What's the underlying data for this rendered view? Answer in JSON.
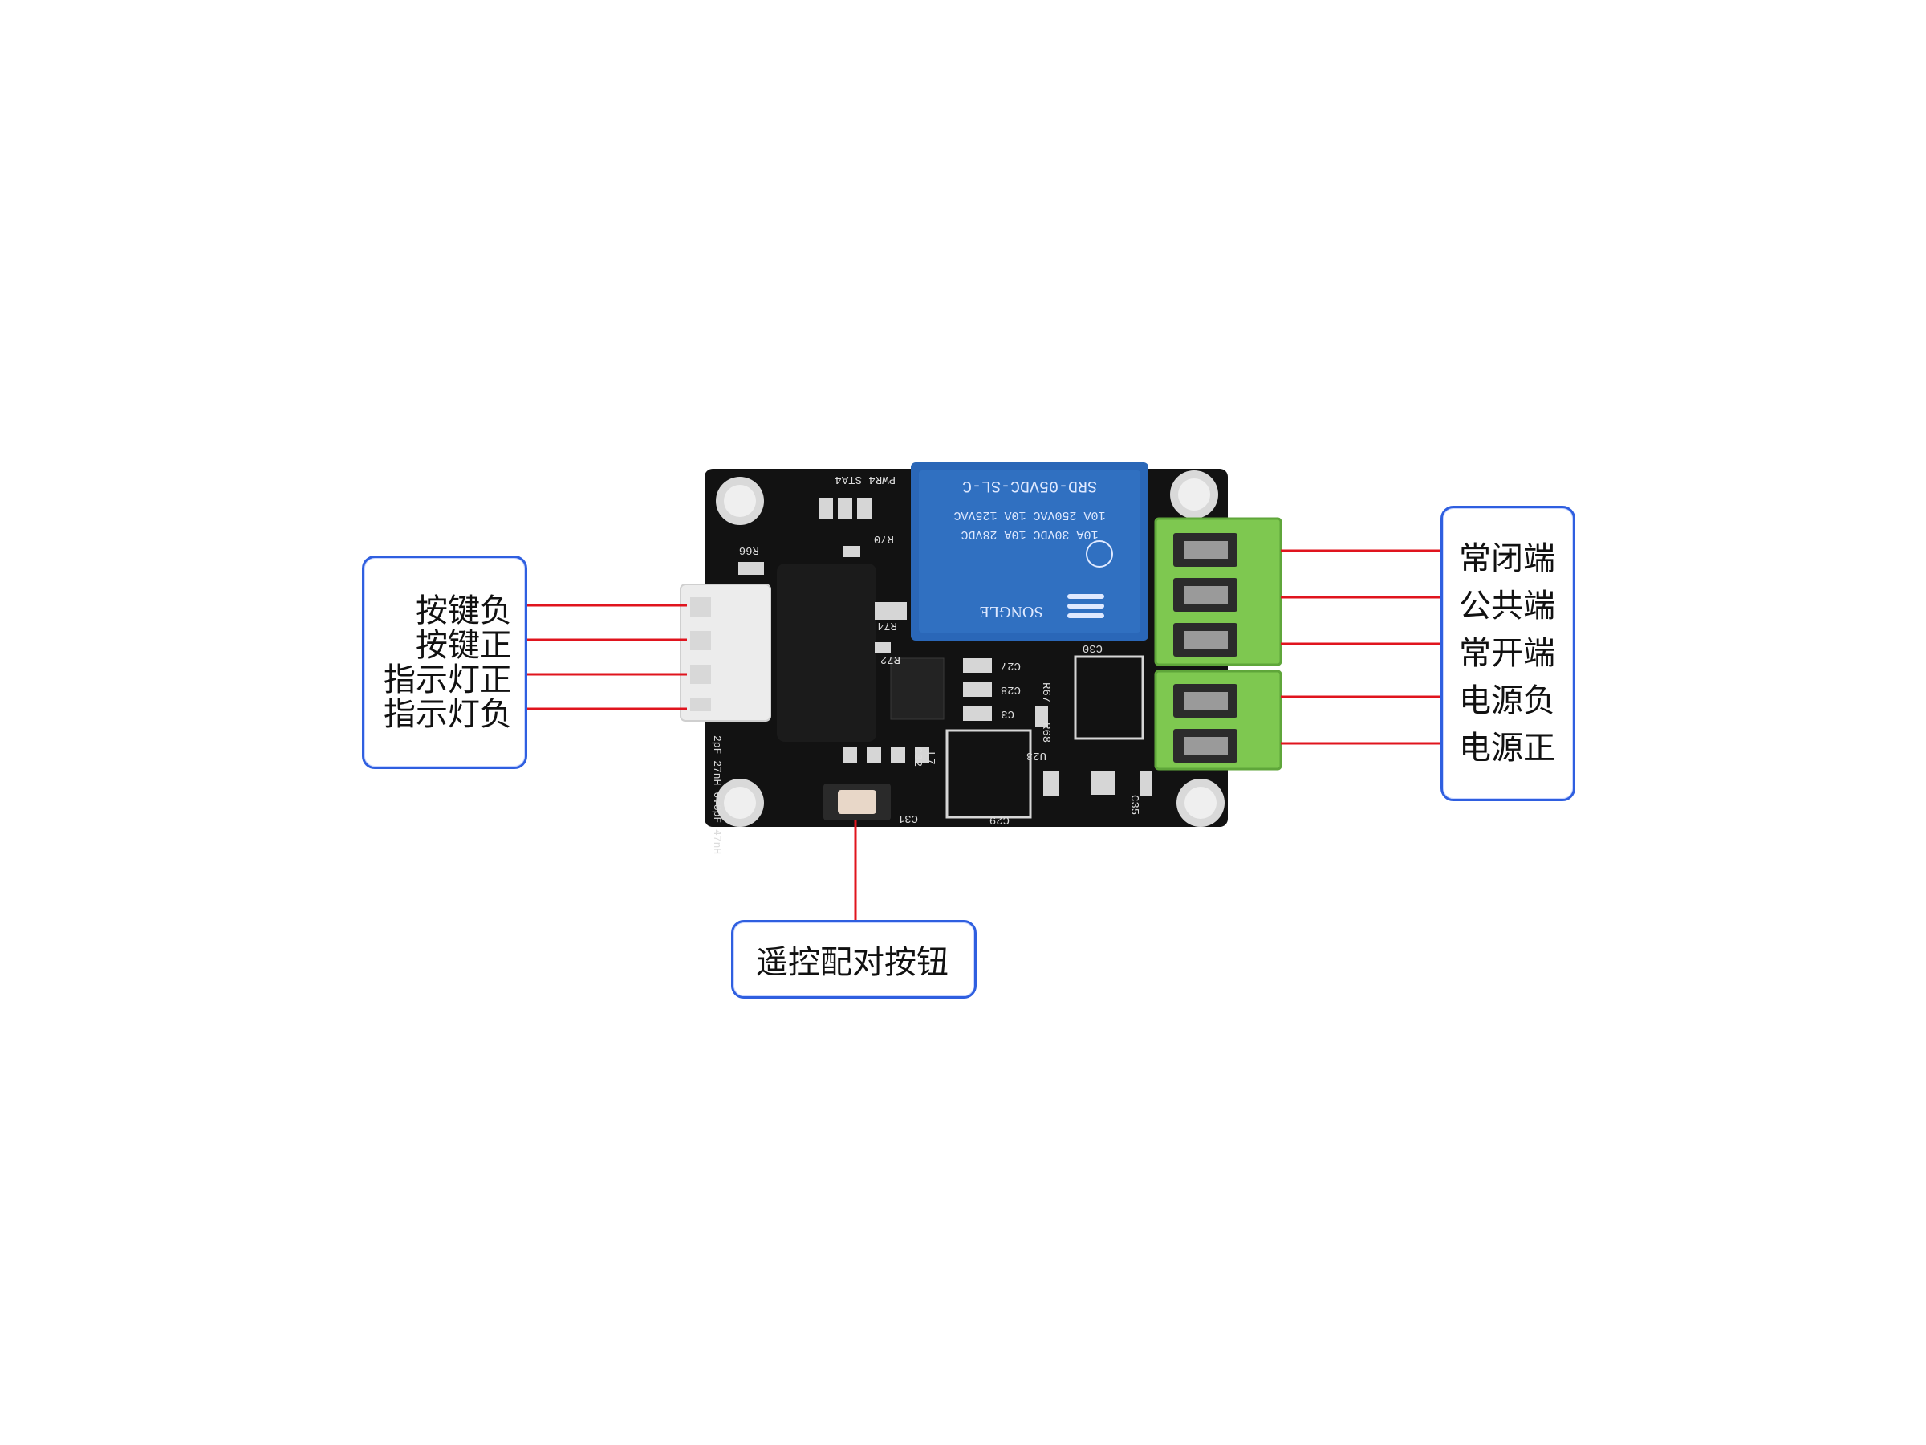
{
  "left_labels": [
    "按键负",
    "按键正",
    "指示灯正",
    "指示灯负"
  ],
  "right_labels": [
    "常闭端",
    "公共端",
    "常开端",
    "电源负",
    "电源正"
  ],
  "bottom_label": "遥控配对按钮",
  "board_text": {
    "relay_model": "SRD-05VDC-SL-C",
    "relay_rating_1": "10A 250VAC  10A 125VAC",
    "relay_rating_2": "10A 30VDC  10A 28VDC",
    "relay_brand": "SONGLE",
    "silk_pwr_sta": "PWR4 STA4",
    "silk_r66": "R66",
    "silk_r70": "R70",
    "silk_r72": "R72",
    "silk_r74": "R74",
    "silk_c27": "C27",
    "silk_c28": "C28",
    "silk_c3": "C3",
    "silk_r67": "R67",
    "silk_r68": "R68",
    "silk_c30": "C30",
    "silk_u23": "U23",
    "silk_l7": "L7",
    "silk_c32": "C32",
    "silk_c29": "C29",
    "silk_c31": "C31",
    "silk_c35": "C35",
    "silk_rf": "2pF 27nH 6.8pF 47nH"
  },
  "colors": {
    "leader_line": "#e0141e",
    "box_border": "#2f5fe0",
    "pcb": "#111111",
    "relay": "#2a67b8",
    "terminal": "#7ec850"
  }
}
